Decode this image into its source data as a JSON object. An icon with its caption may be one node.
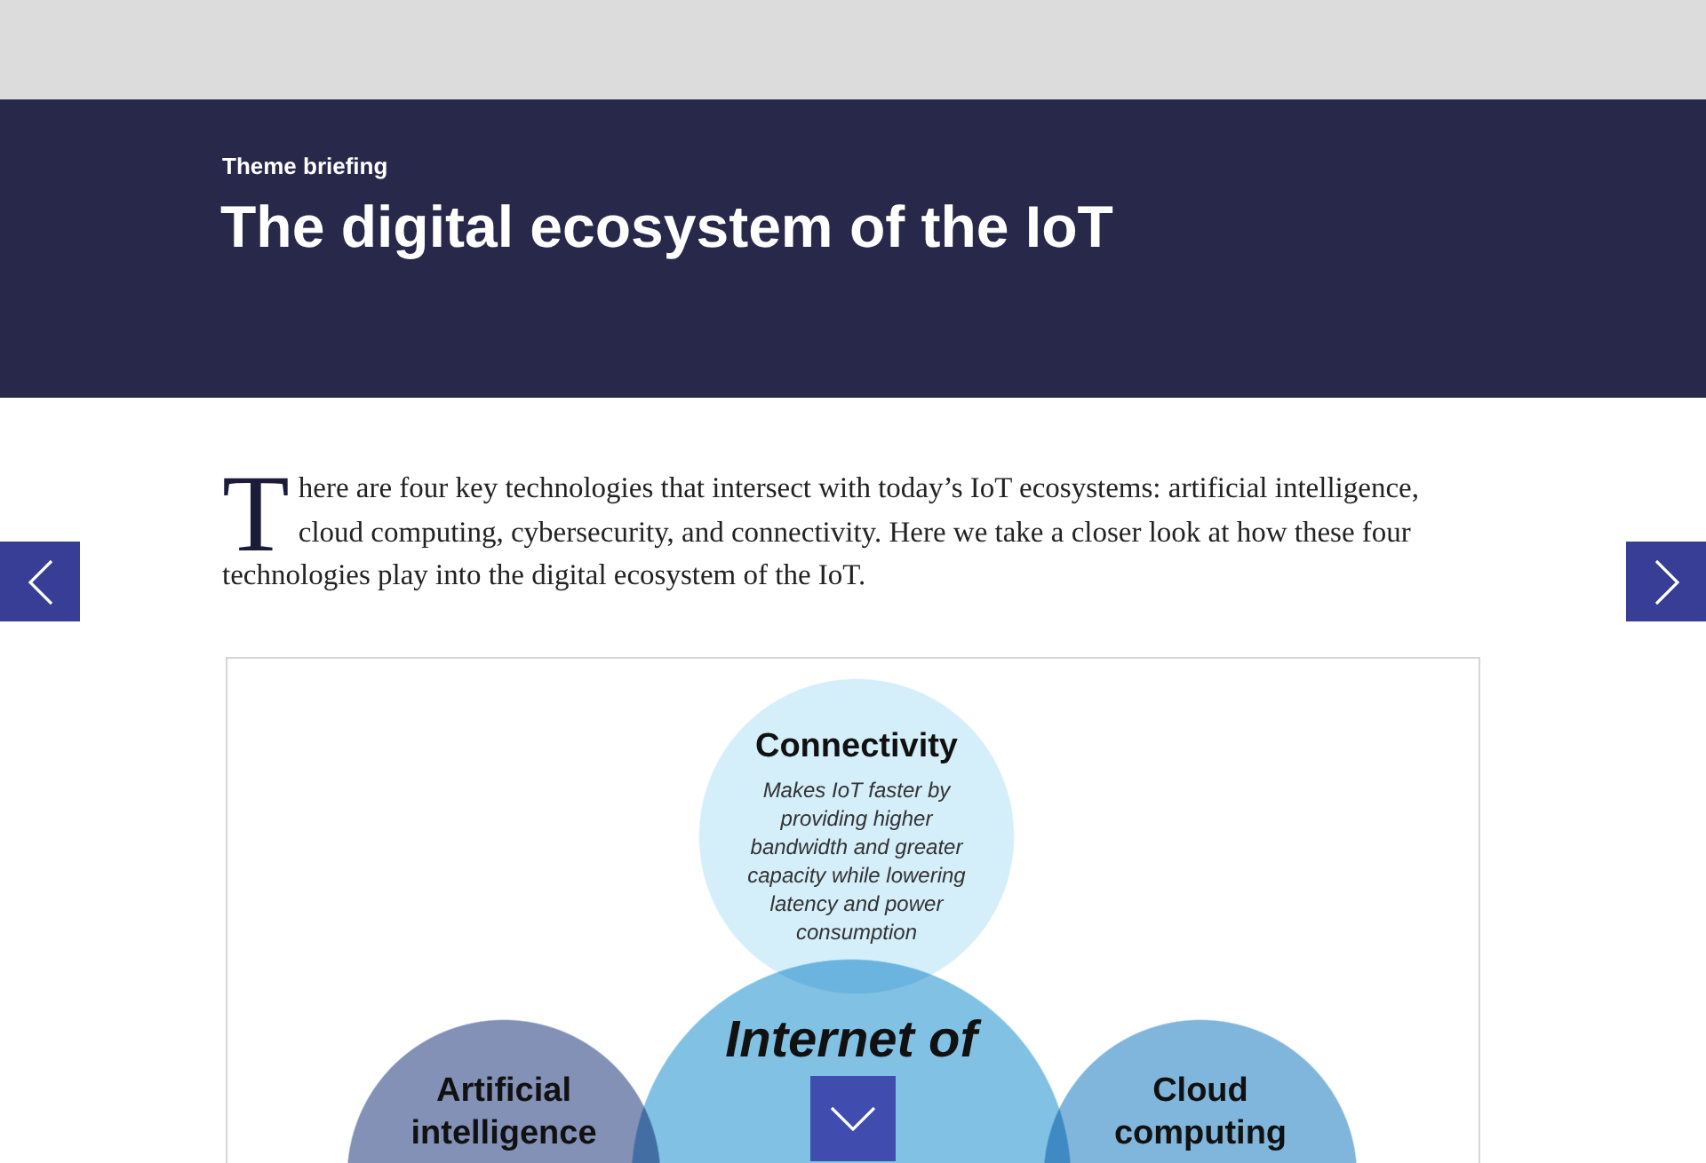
{
  "diagram": {
    "title": "The digital ecosystem of the IoT",
    "nodes": [
      {
        "text": [
          "Connectivity",
          "Makes IoT faster by providing higher bandwidth and greater capacity while lowering latency and power consumption"
        ]
      },
      {
        "text": [
          "Artificial intelligence"
        ]
      },
      {
        "text": [
          "Internet of"
        ]
      },
      {
        "text": [
          "Cloud computing"
        ]
      }
    ],
    "labels": [
      "Theme briefing",
      "There are four key technologies that intersect with today’s IoT ecosystems: artificial intelligence, cloud computing, cybersecurity, and connectivity. Here we take a closer look at how these four technologies play into the digital ecosystem of the IoT."
    ]
  }
}
